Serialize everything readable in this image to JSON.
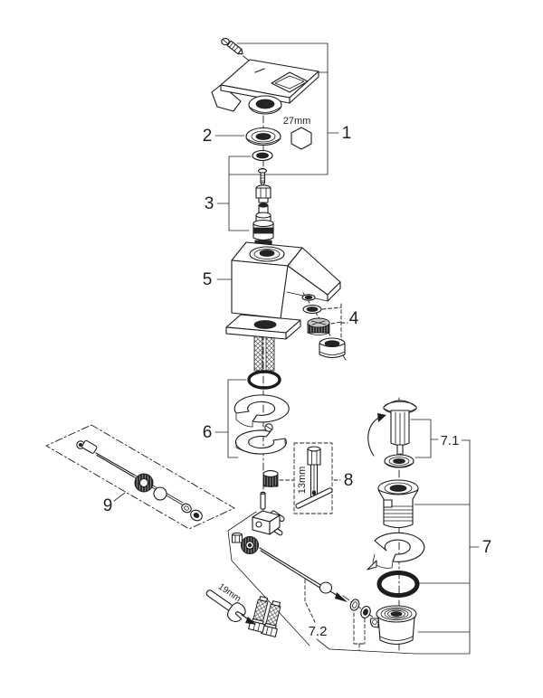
{
  "diagram": {
    "type": "exploded-parts-diagram",
    "background": "#ffffff",
    "line_color": "#1c1c1c",
    "callouts": [
      {
        "id": "1",
        "label": "1"
      },
      {
        "id": "2",
        "label": "2"
      },
      {
        "id": "3",
        "label": "3"
      },
      {
        "id": "4",
        "label": "4"
      },
      {
        "id": "5",
        "label": "5"
      },
      {
        "id": "6",
        "label": "6"
      },
      {
        "id": "7",
        "label": "7"
      },
      {
        "id": "7.1",
        "label": "7.1"
      },
      {
        "id": "7.2",
        "label": "7.2"
      },
      {
        "id": "8",
        "label": "8"
      },
      {
        "id": "9",
        "label": "9"
      }
    ],
    "dimension_notes": {
      "escutcheon_hex": "27mm",
      "socket_tool": "13mm",
      "wrench": "19mm"
    }
  }
}
